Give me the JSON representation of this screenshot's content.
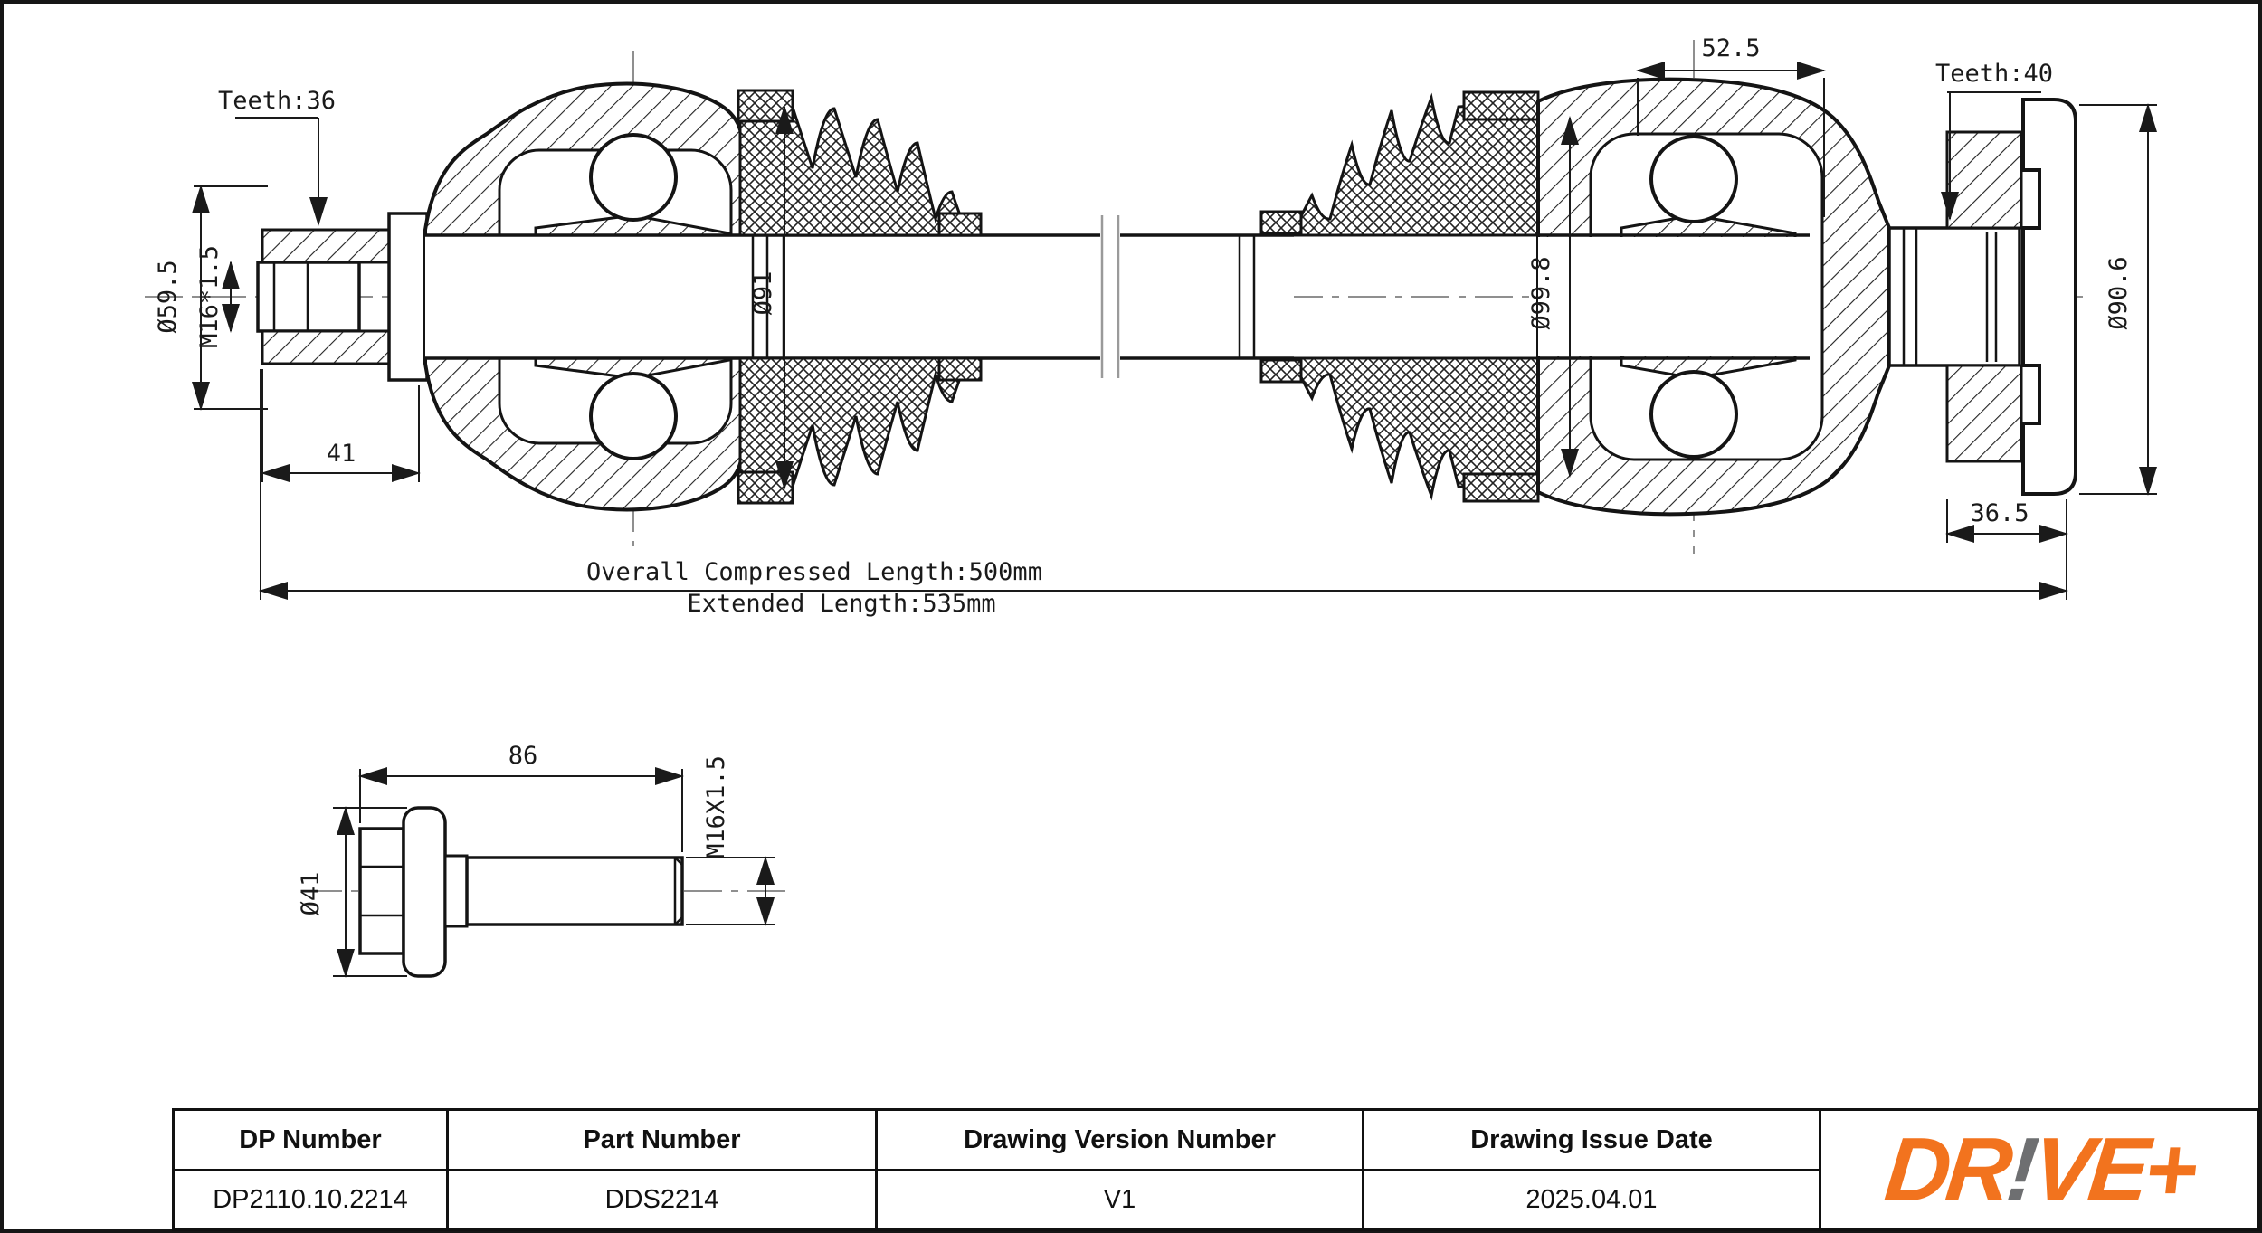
{
  "drawing": {
    "labels": {
      "teeth_left": "Teeth:36",
      "dia_left_outer": "Ø59.5",
      "thread_left": "M16*1.5",
      "len_left_stub": "41",
      "dia_left_boot": "Ø91",
      "len_top_right": "52.5",
      "teeth_right": "Teeth:40",
      "dia_right_joint": "Ø99.8",
      "dia_flange": "Ø90.6",
      "len_flange": "36.5",
      "overall_compressed": "Overall  Compressed  Length:500mm",
      "extended": "Extended  Length:535mm"
    },
    "bolt": {
      "length": "86",
      "thread": "M16X1.5",
      "head_dia": "Ø41"
    }
  },
  "title_block": {
    "columns": [
      {
        "header": "DP Number",
        "value": "DP2110.10.2214"
      },
      {
        "header": "Part Number",
        "value": "DDS2214"
      },
      {
        "header": "Drawing Version Number",
        "value": "V1"
      },
      {
        "header": "Drawing Issue Date",
        "value": "2025.04.01"
      }
    ],
    "logo": {
      "left": "DR",
      "mark": "!",
      "right": "VE+"
    }
  },
  "colors": {
    "logo_orange": "#F2731E",
    "logo_gray": "#6E6F71",
    "line": "#1a1a1a"
  }
}
